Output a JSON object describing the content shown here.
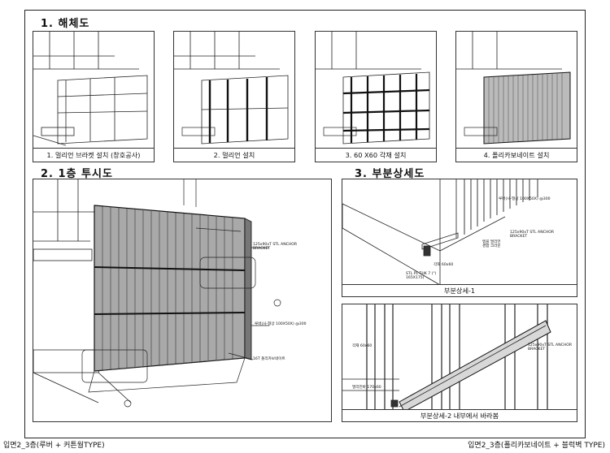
{
  "sections": {
    "disassembly": "1. 해체도",
    "first_floor": "2. 1층 투시도",
    "partial": "3. 부분상세도"
  },
  "steps": [
    "1. 멀리언 브라켓 설치 (창호공사)",
    "2. 멀리언 설치",
    "3. 60 X60 각재 설치",
    "4. 폴리카보네이트 설치"
  ],
  "perspective_labels": {
    "anchor": "125x90xT STL ANCHOR\nBRACKET",
    "louver": "루버(사-형상 100X50X) @300",
    "poly": "16T 폴리카보네이트"
  },
  "detail1": {
    "caption": "부분상세-1",
    "louver": "루버(사-형상 100X50X) @300",
    "anchor": "125x90xT STL ANCHOR\nBRACKET",
    "mullion": "멤블 멀리언\n경합 크라운",
    "steel60": "각재 60x60",
    "plate": "STL PL THK 7 (\")\n165X175)"
  },
  "detail2": {
    "caption": "부분상세-2 내부에서 바라봄",
    "square": "각재 60x60",
    "anchor": "125x90xT STL ANCHOR\nBRACKET",
    "pipe": "멀리언바 170x60"
  },
  "footer": {
    "left": "입면2_3층(루버 + 커튼월TYPE)",
    "right": "입면2_3층(폴리카보네이트 + 블럭벽 TYPE)"
  }
}
